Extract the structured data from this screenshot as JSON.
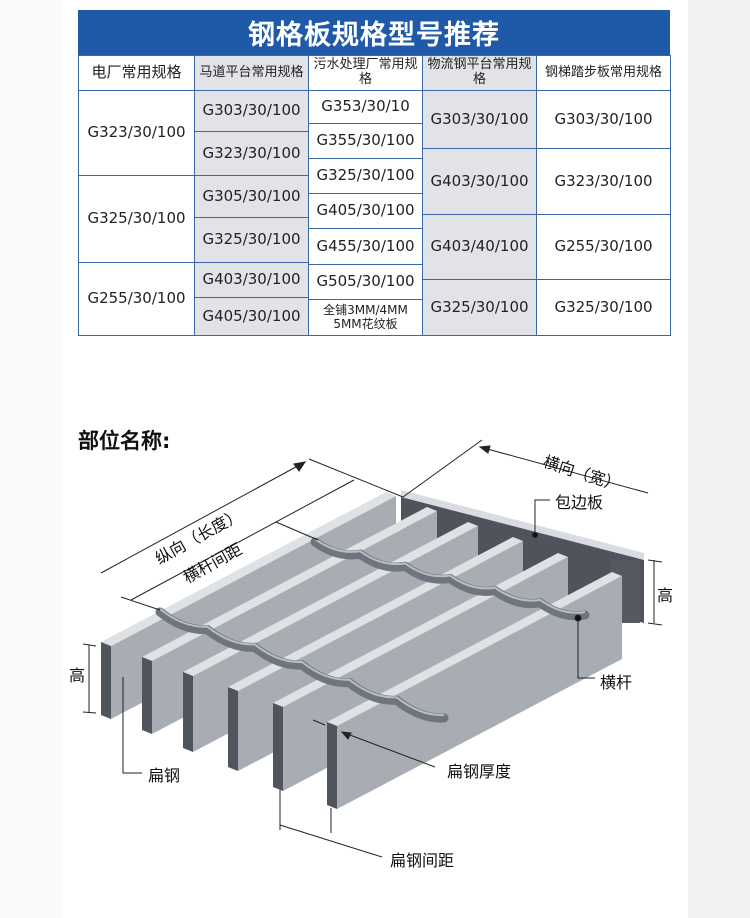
{
  "table": {
    "title": "钢格板规格型号推荐",
    "columns": [
      {
        "header": "电厂常用规格",
        "cells": [
          "G323/30/100",
          "G325/30/100",
          "G255/30/100"
        ]
      },
      {
        "header": "马道平台常用规格",
        "cells": [
          "G303/30/100",
          "G323/30/100",
          "G305/30/100",
          "G325/30/100",
          "G403/30/100",
          "G405/30/100"
        ]
      },
      {
        "header": "污水处理厂常用规格",
        "cells": [
          "G353/30/10",
          "G355/30/100",
          "G325/30/100",
          "G405/30/100",
          "G455/30/100",
          "G505/30/100",
          "全铺3MM/4MM\n5MM花纹板"
        ]
      },
      {
        "header": "物流钢平台常用规格",
        "cells": [
          "G303/30/100",
          "G403/30/100",
          "G403/40/100",
          "G325/30/100"
        ]
      },
      {
        "header": "钢梯踏步板常用规格",
        "cells": [
          "G303/30/100",
          "G323/30/100",
          "G255/30/100",
          "G325/30/100"
        ]
      }
    ],
    "colors": {
      "title_bg": "#1f5aa8",
      "border": "#3b68a8",
      "shaded": "#e2e3e7"
    }
  },
  "diagram": {
    "heading": "部位名称:",
    "labels": {
      "width": "横向（宽）",
      "length": "纵向（长度）",
      "crossbar_spacing": "横杆间距",
      "edge_plate": "包边板",
      "height_right": "高",
      "height_left": "高",
      "crossbar": "横杆",
      "flat_bar": "扁钢",
      "flat_bar_thickness": "扁钢厚度",
      "flat_bar_spacing": "扁钢间距"
    }
  }
}
